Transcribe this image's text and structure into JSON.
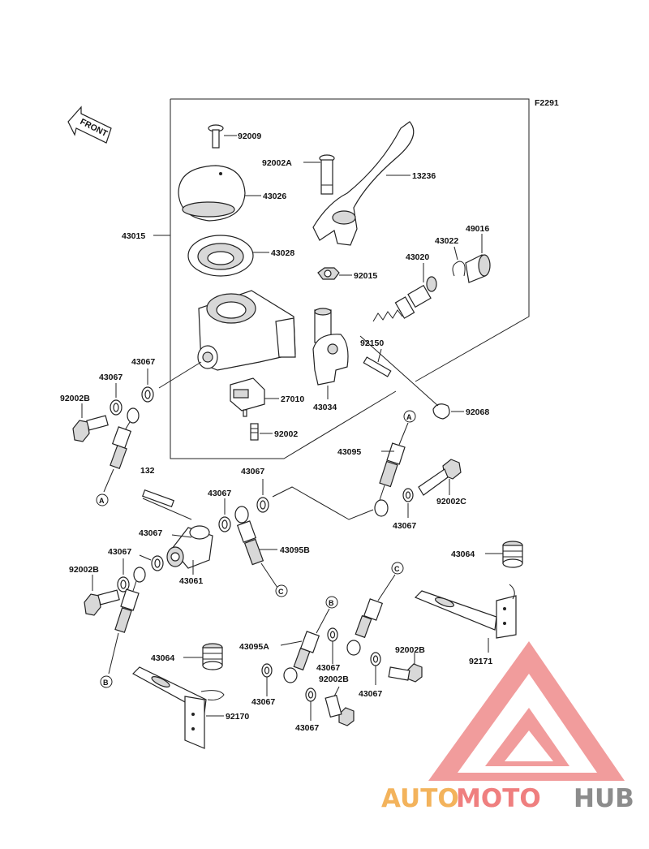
{
  "figure_ref": "F2291",
  "front_badge": "FRONT",
  "watermark": {
    "auto": "AUTO",
    "moto": "MOTO",
    "hub": "HUB",
    "colors": {
      "triangle": "#ef8b8b",
      "auto": "#f3b35c",
      "moto": "#ef7f7f",
      "hub": "#8c8c8c"
    }
  },
  "labels": {
    "p92009": "92009",
    "p92002A": "92002A",
    "p13236": "13236",
    "p43026": "43026",
    "p43015": "43015",
    "p43028": "43028",
    "p92015": "92015",
    "p43020": "43020",
    "p43022": "43022",
    "p49016": "49016",
    "p92150": "92150",
    "p43034": "43034",
    "p27010": "27010",
    "p92002": "92002",
    "p92068": "92068",
    "p43067_a": "43067",
    "p43067_b": "43067",
    "p92002B_a": "92002B",
    "p132": "132",
    "p43095": "43095",
    "p43067_c": "43067",
    "p92002C": "92002C",
    "p43067_d": "43067",
    "p43067_e": "43067",
    "p43067_f": "43067",
    "p43095B": "43095B",
    "p43064_a": "43064",
    "p43067_g": "43067",
    "p92002B_b": "92002B",
    "p43061": "43061",
    "p43095A": "43095A",
    "p43067_h": "43067",
    "p92002B_c": "92002B",
    "p92002B_d": "92002B",
    "p43067_i": "43067",
    "p43067_j": "43067",
    "p43067_k": "43067",
    "p43064_b": "43064",
    "p92170": "92170",
    "p92171": "92171"
  },
  "refs": {
    "A": "A",
    "B": "B",
    "C": "C"
  }
}
